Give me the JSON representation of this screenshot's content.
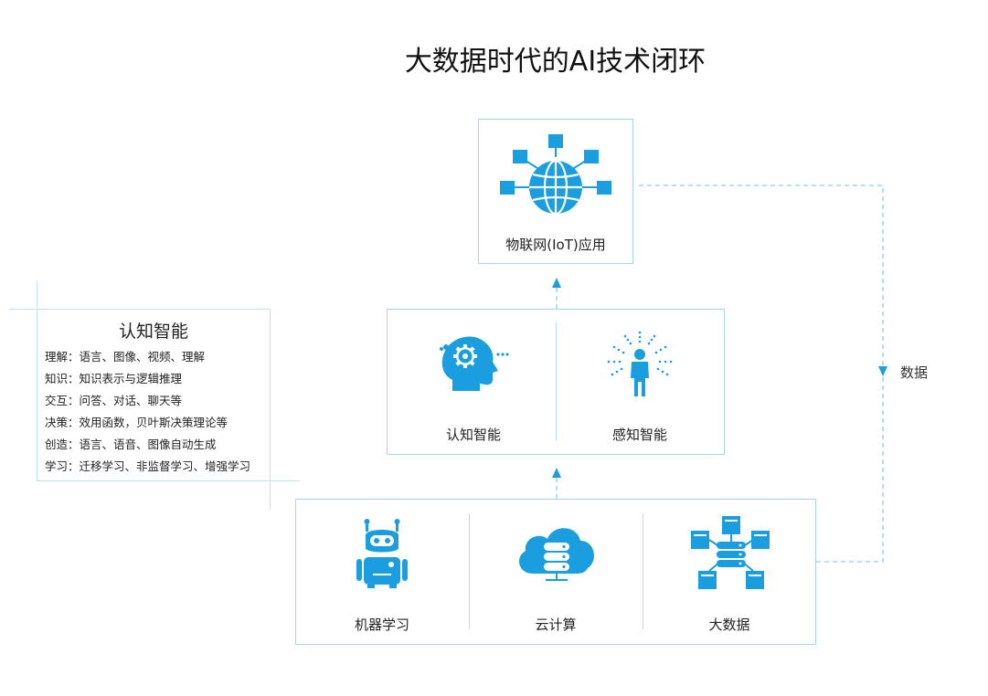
{
  "title": "大数据时代的AI技术闭环",
  "top_box": {
    "label": "物联网(IoT)应用",
    "icon": "globe-network-icon"
  },
  "middle_box": {
    "left": {
      "label": "认知智能",
      "icon": "head-gear-icon"
    },
    "right": {
      "label": "感知智能",
      "icon": "person-sensing-icon"
    }
  },
  "bottom_box": {
    "items": [
      {
        "label": "机器学习",
        "icon": "robot-icon"
      },
      {
        "label": "云计算",
        "icon": "cloud-server-icon"
      },
      {
        "label": "大数据",
        "icon": "server-network-icon"
      }
    ]
  },
  "data_loop_label": "数据",
  "legend": {
    "title": "认知智能",
    "items": [
      "理解：语言、图像、视频、理解",
      "知识：知识表示与逻辑推理",
      "交互：问答、对话、聊天等",
      "决策：效用函数，贝叶斯决策理论等",
      "创造：语言、语音、图像自动生成",
      "学习：迁移学习、非监督学习、增强学习"
    ]
  },
  "colors": {
    "accent": "#1a9ee0",
    "border": "#a9d4ea",
    "dash": "#8ccdea"
  }
}
